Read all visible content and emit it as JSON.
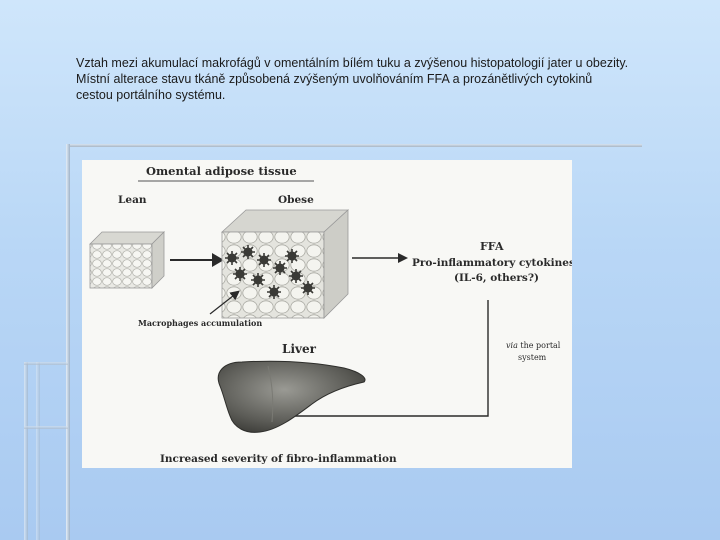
{
  "slide": {
    "caption_line1": "Vztah mezi akumulací makrofágů v omentálním bílém tuku a zvýšenou histopatologií jater u obezity.",
    "caption_line2": "Místní alterace stavu tkáně způsobená zvýšeným uvolňováním FFA a prozánětlivých cytokinů",
    "caption_line3": "cestou portálního systému."
  },
  "figure": {
    "title": "Omental adipose tissue",
    "lean_label": "Lean",
    "obese_label": "Obese",
    "ffa_label": "FFA",
    "cytokines_label": "Pro-inflammatory cytokines",
    "cytokines_note": "(IL-6, others?)",
    "macrophages_label": "Macrophages accumulation",
    "liver_label": "Liver",
    "via_label": "via",
    "portal_label1": "the portal",
    "portal_label2": "system",
    "outcome_label": "Increased severity of fibro-inflammation"
  }
}
